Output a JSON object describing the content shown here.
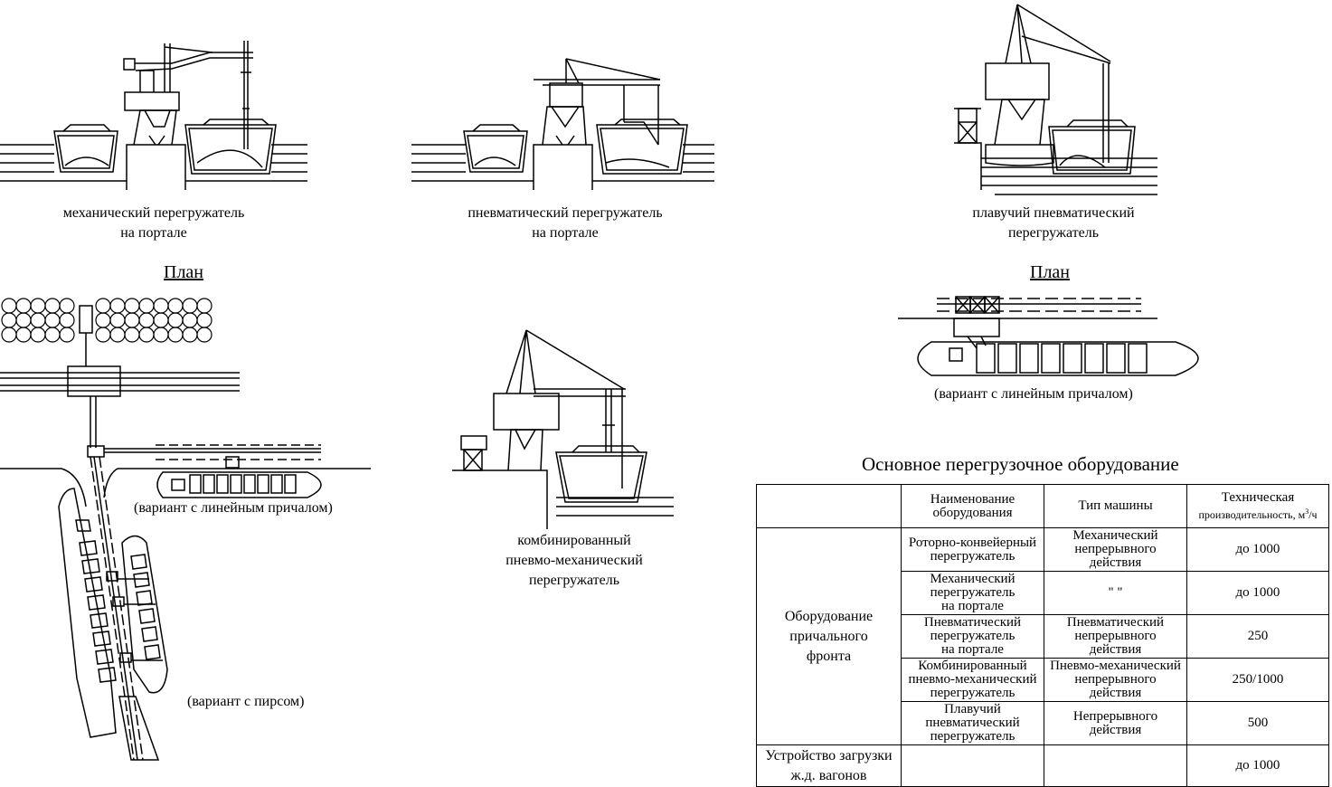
{
  "labels": {
    "mech_portal": [
      "механический перегружатель",
      "на портале"
    ],
    "pneu_portal": [
      "пневматический перегружатель",
      "на портале"
    ],
    "floating": [
      "плавучий пневматический",
      "перегружатель"
    ],
    "combined": [
      "комбинированный",
      "пневмо-механический",
      "перегружатель"
    ],
    "plan_left": "План",
    "plan_right": "План",
    "linear_berth_left": "(вариант с линейным причалом)",
    "linear_berth_right": "(вариант с линейным причалом)",
    "pier": "(вариант с пирсом)"
  },
  "table": {
    "title": "Основное перегрузочное оборудование",
    "headers": {
      "name": [
        "Наименование",
        "оборудования"
      ],
      "type": "Тип машины",
      "perf_main": "Техническая",
      "perf_sub": "производительность, м",
      "perf_sup": "3",
      "perf_unit": "/ч"
    },
    "group1": [
      "Оборудование",
      "причального",
      "фронта"
    ],
    "group2": [
      "Устройство загрузки",
      "ж.д. вагонов"
    ],
    "rows": [
      {
        "name": [
          "Роторно-конвейерный",
          "перегружатель"
        ],
        "type": [
          "Механический",
          "непрерывного",
          "действия"
        ],
        "perf": "до 1000"
      },
      {
        "name": [
          "Механический",
          "перегружатель",
          "на портале"
        ],
        "type": [
          "\" \""
        ],
        "perf": "до 1000"
      },
      {
        "name": [
          "Пневматический",
          "перегружатель",
          "на портале"
        ],
        "type": [
          "Пневматический",
          "непрерывного",
          "действия"
        ],
        "perf": "250"
      },
      {
        "name": [
          "Комбинированный",
          "пневмо-механический",
          "перегружатель"
        ],
        "type": [
          "Пневмо-механический",
          "непрерывного",
          "действия"
        ],
        "perf": "250/1000"
      },
      {
        "name": [
          "Плавучий",
          "пневматический",
          "перегружатель"
        ],
        "type": [
          "Непрерывного",
          "действия"
        ],
        "perf": "500"
      }
    ],
    "last_perf": "до 1000"
  }
}
